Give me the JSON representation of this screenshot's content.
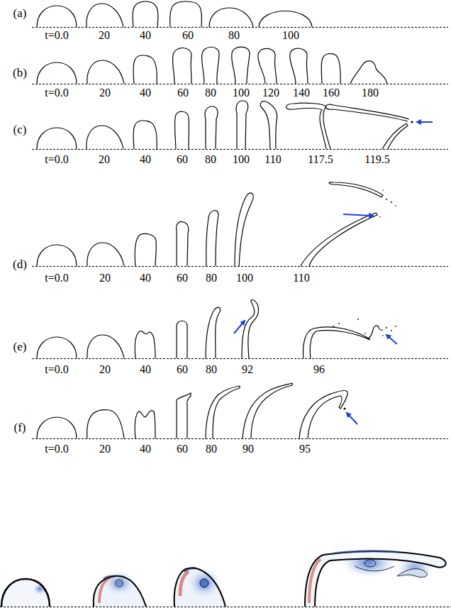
{
  "diagram": {
    "labels": [
      "(a)",
      "t=0.0",
      "20",
      "40",
      "60",
      "80",
      "100",
      "(b)",
      "t=0.0",
      "20",
      "40",
      "60",
      "80",
      "100",
      "120",
      "140",
      "160",
      "180",
      "(c)",
      "t=0.0",
      "20",
      "40",
      "60",
      "80",
      "100",
      "110",
      "117.5",
      "119.5",
      "(d)",
      "t=0.0",
      "20",
      "40",
      "60",
      "80",
      "100",
      "110",
      "(e)",
      "t=0.0",
      "20",
      "40",
      "60",
      "80",
      "92",
      "96",
      "(f)",
      "t=0.0",
      "20",
      "40",
      "60",
      "80",
      "90",
      "95"
    ]
  }
}
